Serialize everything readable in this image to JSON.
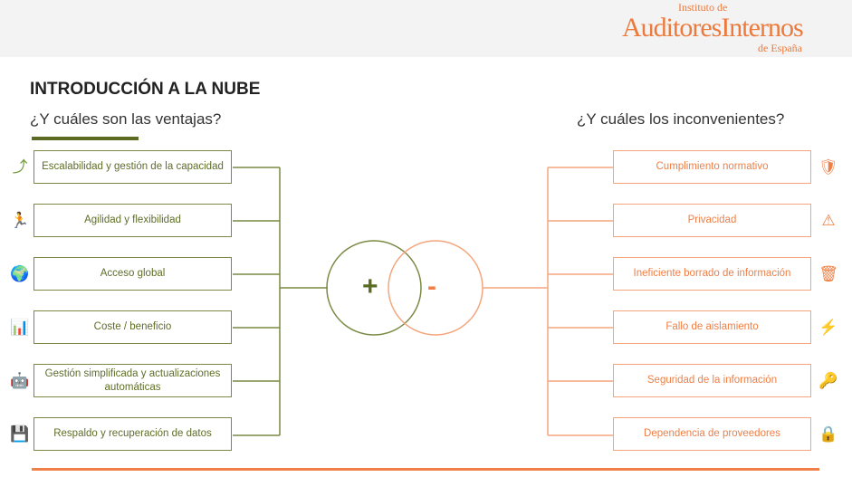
{
  "logo": {
    "line1": "Instituto de",
    "line2": "AuditoresInternos",
    "line3": "de España"
  },
  "title": "INTRODUCCIÓN A LA NUBE",
  "advantages": {
    "heading": "¿Y cuáles son las ventajas?",
    "items": [
      {
        "label": "Escalabilidad y gestión de la capacidad",
        "icon": "growth-chart-icon"
      },
      {
        "label": "Agilidad y flexibilidad",
        "icon": "athlete-icon"
      },
      {
        "label": "Acceso global",
        "icon": "globe-icon"
      },
      {
        "label": "Coste / beneficio",
        "icon": "presentation-board-icon"
      },
      {
        "label": "Gestión simplificada y actualizaciones automáticas",
        "icon": "robot-icon"
      },
      {
        "label": "Respaldo y recuperación de datos",
        "icon": "floppy-disk-icon"
      }
    ]
  },
  "disadvantages": {
    "heading": "¿Y cuáles los inconvenientes?",
    "items": [
      {
        "label": "Cumplimiento normativo",
        "icon": "shield-check-icon"
      },
      {
        "label": "Privacidad",
        "icon": "camera-warning-icon"
      },
      {
        "label": "Ineficiente borrado de información",
        "icon": "trash-icon"
      },
      {
        "label": "Fallo de aislamiento",
        "icon": "electric-warning-icon"
      },
      {
        "label": "Seguridad de la información",
        "icon": "key-icon"
      },
      {
        "label": "Dependencia de proveedores",
        "icon": "padlock-icon"
      }
    ]
  },
  "center": {
    "plus": "+",
    "minus": "-"
  },
  "colors": {
    "green": "#5b6b21",
    "orange": "#f08048"
  }
}
